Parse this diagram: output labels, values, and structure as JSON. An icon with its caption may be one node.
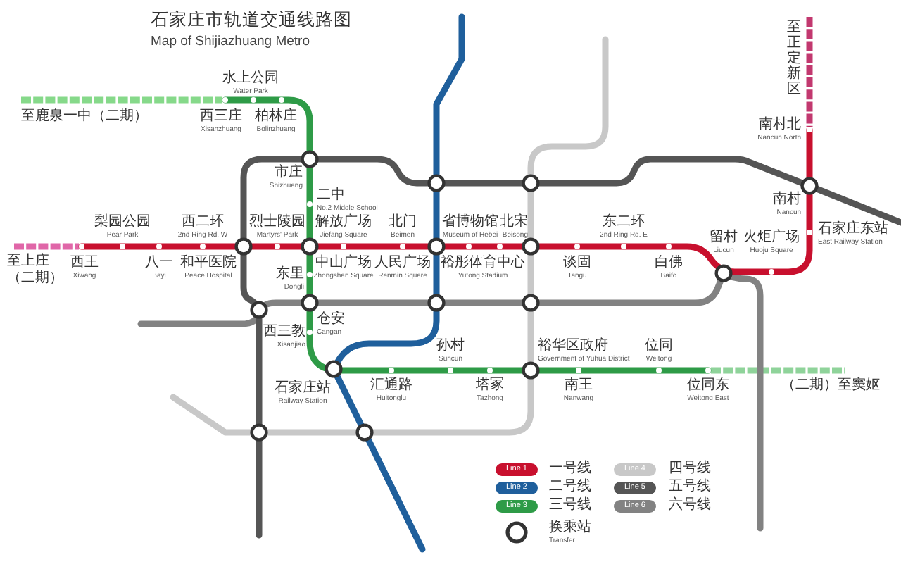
{
  "diagram": {
    "title": "石家庄市轨道交通线路图",
    "labels": [
      "Map of Shijiazhuang Metro",
      "至正定新区",
      "水上公园",
      "Water Park",
      "至鹿泉一中（二期）",
      "西三庄",
      "Xisanzhuang",
      "柏林庄",
      "Bolinzhuang",
      "南村北",
      "Nancun North",
      "市庄",
      "Shizhuang",
      "南村",
      "Nancun",
      "二中",
      "No.2 Middle School",
      "梨园公园",
      "Pear Park",
      "西二环",
      "2nd Ring Rd. W",
      "烈士陵园",
      "Martyrs' Park",
      "解放广场",
      "Jiefang Square",
      "北门",
      "Beimen",
      "省博物馆",
      "Museum of Hebei",
      "北宋",
      "Beisong",
      "东二环",
      "2nd Ring Rd. E",
      "石家庄东站",
      "East Railway Station",
      "留村",
      "Liucun",
      "火炬广场",
      "Huoju Square",
      "至上庄（二期）",
      "西王",
      "Xiwang",
      "八一",
      "Bayi",
      "和平医院",
      "Peace Hospital",
      "中山广场",
      "Zhongshan Square",
      "人民广场",
      "Renmin Square",
      "裕彤体育中心",
      "Yutong Stadium",
      "谈固",
      "Tangu",
      "白佛",
      "Baifo",
      "东里",
      "Dongli",
      "仓安",
      "Cangan",
      "西三教",
      "Xisanjiao",
      "孙村",
      "Suncun",
      "裕华区政府",
      "Government of Yuhua District",
      "位同",
      "Weitong",
      "汇通路",
      "Huitonglu",
      "塔冢",
      "Tazhong",
      "南王",
      "Nanwang",
      "位同东",
      "Weitong East",
      "（二期）至窦妪",
      "石家庄站",
      "Railway Station",
      "Line 1",
      "Line 2",
      "Line 3",
      "Line 4",
      "Line 5",
      "Line 6",
      "Transfer"
    ],
    "legend": [
      {
        "text": "一号线",
        "color": "#c8102e"
      },
      {
        "text": "二号线",
        "color": "#1f5f9c"
      },
      {
        "text": "三号线",
        "color": "#2e9b47"
      },
      {
        "text": "四号线",
        "color": "#c8c8c8"
      },
      {
        "text": "五号线",
        "color": "#555555"
      },
      {
        "text": "六号线",
        "color": "#828282"
      },
      {
        "text": "换乘站"
      }
    ]
  }
}
